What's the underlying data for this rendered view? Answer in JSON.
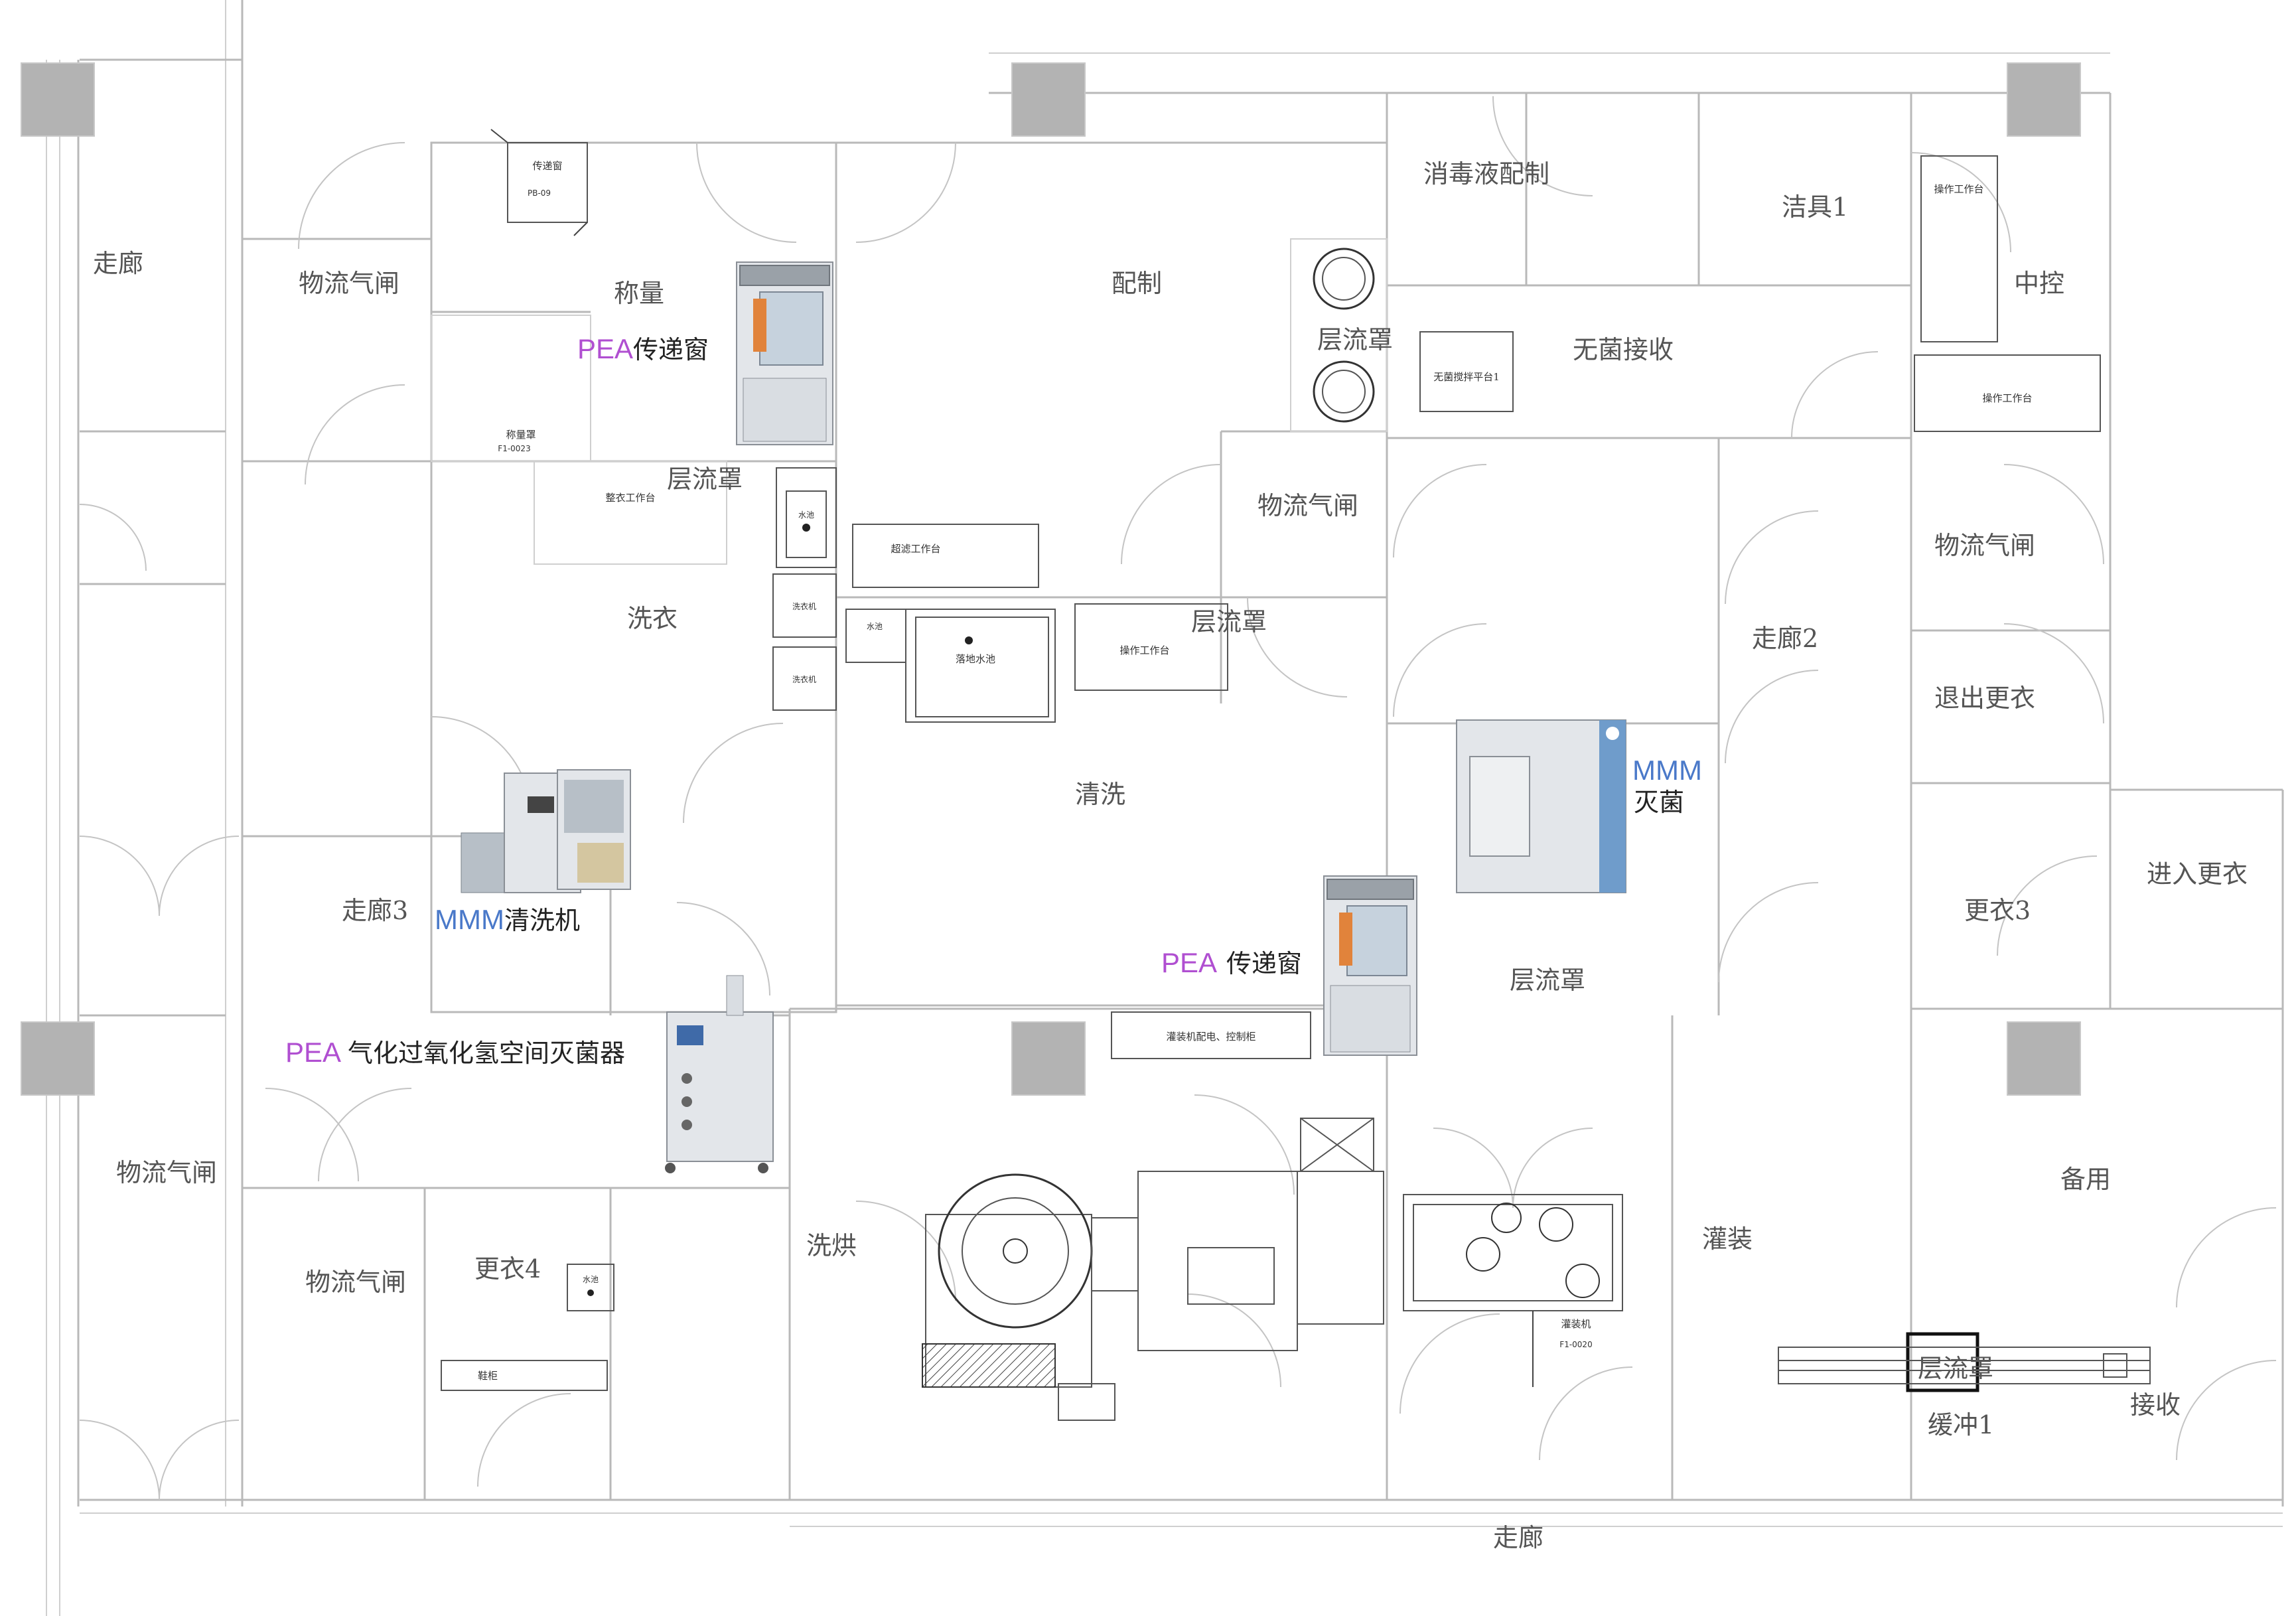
{
  "rooms": {
    "corridor_top_left": "走廊",
    "airlock_1": "物流气闸",
    "weighing": "称量",
    "preparation": "配制",
    "disinfectant_prep": "消毒液配制",
    "cleaning_tools": "洁具1",
    "central_control": "中控",
    "aseptic_receiving": "无菌接收",
    "laminar_flow_1": "层流罩",
    "laminar_flow_2": "层流罩",
    "airlock_2": "物流气闸",
    "airlock_3": "物流气闸",
    "corridor_2": "走廊2",
    "exit_changing": "退出更衣",
    "laundry": "洗衣",
    "laminar_flow_3": "层流罩",
    "cleaning": "清洗",
    "sterilize": "灭菌",
    "entry_changing": "进入更衣",
    "changing_3": "更衣3",
    "corridor_3": "走廊3",
    "laminar_flow_4": "层流罩",
    "airlock_4": "物流气闸",
    "airlock_5": "物流气闸",
    "changing_4": "更衣4",
    "wash_dry": "洗烘",
    "filling": "灌装",
    "spare": "备用",
    "laminar_flow_5": "层流罩",
    "buffer_1": "缓冲1",
    "receiving": "接收",
    "corridor_bottom": "走廊"
  },
  "equipment": {
    "pea_pass_box_1": {
      "brand": "PEA",
      "name": "传递窗"
    },
    "mmm_sterilizer": {
      "brand": "MMM",
      "name": "灭菌"
    },
    "mmm_washer": {
      "brand": "MMM",
      "name": "清洗机"
    },
    "pea_pass_box_2": {
      "brand": "PEA",
      "name": "传递窗"
    },
    "pea_h2o2": {
      "brand": "PEA",
      "name": "气化过氧化氢空间灭菌器"
    }
  },
  "furniture": {
    "pass_window": "传递窗",
    "pass_window_code": "PB-09",
    "weighing_hood": "称量罩",
    "weighing_hood_code": "F1-0023",
    "clothes_bench": "整衣工作台",
    "sink_1": "水池",
    "washer_1": "洗衣机",
    "washer_2": "洗衣机",
    "filter_bench": "超滤工作台",
    "sink_2": "水池",
    "floor_sink": "落地水池",
    "work_bench_1": "操作工作台",
    "aseptic_mixing": "无菌搅拌平台1",
    "work_bench_2": "操作工作台",
    "work_bench_3": "操作工作台",
    "filling_panel": "灌装机配电、控制柜",
    "filling_machine": "灌装机",
    "filling_machine_code": "F1-0020",
    "sink_3": "水池",
    "shoe_cabinet": "鞋柜"
  },
  "colors": {
    "pea_brand": "#b04fd1",
    "mmm_brand": "#4a79c9",
    "wall": "#b9b9b9",
    "column": "#b3b3b3"
  }
}
